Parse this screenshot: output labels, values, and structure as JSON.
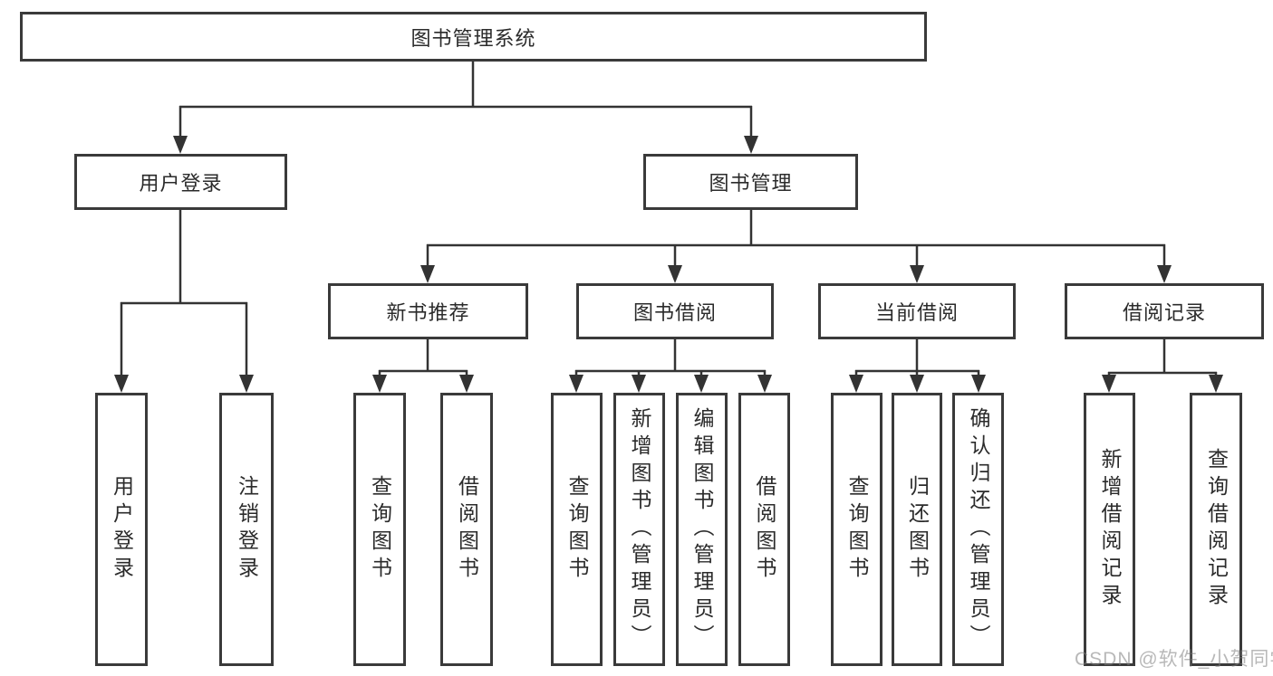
{
  "diagram_type": "hierarchy-tree",
  "tree": {
    "label": "图书管理系统",
    "children": [
      {
        "label": "用户登录",
        "children": [
          {
            "label": "用户登录"
          },
          {
            "label": "注销登录"
          }
        ]
      },
      {
        "label": "图书管理",
        "children": [
          {
            "label": "新书推荐",
            "children": [
              {
                "label": "查询图书"
              },
              {
                "label": "借阅图书"
              }
            ]
          },
          {
            "label": "图书借阅",
            "children": [
              {
                "label": "查询图书"
              },
              {
                "label": "新增图书（管理员）"
              },
              {
                "label": "编辑图书（管理员）"
              },
              {
                "label": "借阅图书"
              }
            ]
          },
          {
            "label": "当前借阅",
            "children": [
              {
                "label": "查询图书"
              },
              {
                "label": "归还图书"
              },
              {
                "label": "确认归还（管理员）"
              }
            ]
          },
          {
            "label": "借阅记录",
            "children": [
              {
                "label": "新增借阅记录"
              },
              {
                "label": "查询借阅记录"
              }
            ]
          }
        ]
      }
    ]
  },
  "watermark": {
    "text": "CSDN @软件_小贺同学"
  },
  "colors": {
    "line": "#333333",
    "box_border": "#3a3a3a",
    "text": "#2b2b2b",
    "background": "#ffffff",
    "watermark": "#7d7d7d"
  }
}
